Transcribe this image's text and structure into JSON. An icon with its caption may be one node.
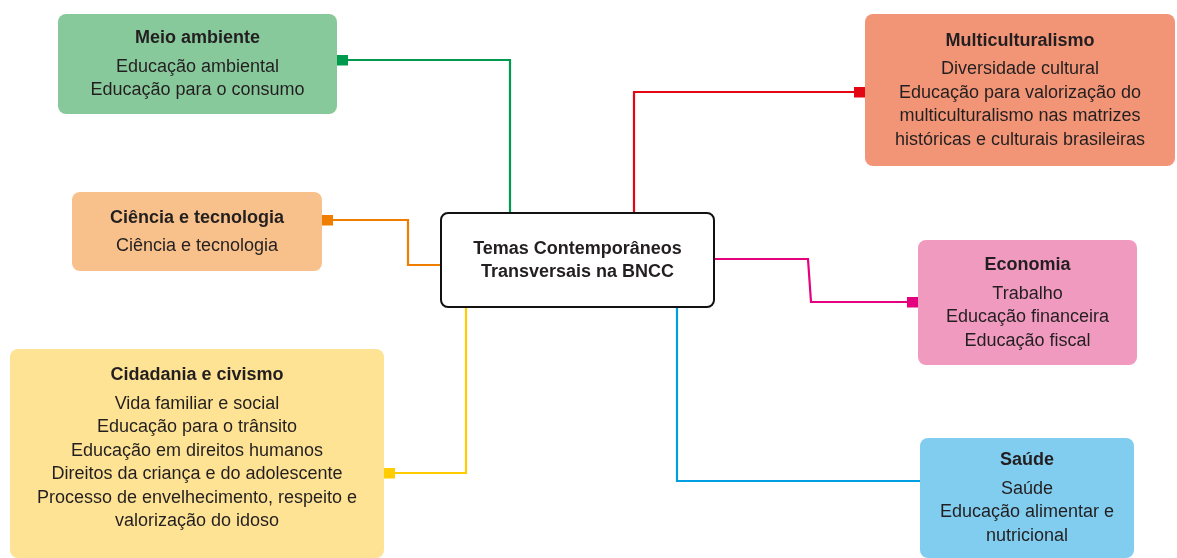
{
  "diagram": {
    "nodes": [
      {
        "text": [
          "Meio ambiente",
          "Educação ambiental",
          "Educação para o consumo"
        ]
      },
      {
        "text": [
          "Multiculturalismo",
          "Diversidade cultural",
          "Educação para valorização do multiculturalismo nas matrizes históricas e culturais brasileiras"
        ]
      },
      {
        "text": [
          "Ciência e tecnologia",
          "Ciência e tecnologia"
        ]
      },
      {
        "text": [
          "Temas Contemporâneos Transversais na BNCC"
        ]
      },
      {
        "text": [
          "Economia",
          "Trabalho",
          "Educação financeira",
          "Educação fiscal"
        ]
      },
      {
        "text": [
          "Cidadania e civismo",
          "Vida familiar e social",
          "Educação para o trânsito",
          "Educação em direitos humanos",
          "Direitos da criança e do adolescente",
          "Processo de envelhecimento, respeito e valorização do idoso"
        ]
      },
      {
        "text": [
          "Saúde",
          "Saúde",
          "Educação alimentar e nutricional"
        ]
      }
    ],
    "edges": [
      {
        "from": 3,
        "to": 0,
        "arrow": "other",
        "color": "#009a4e"
      },
      {
        "from": 3,
        "to": 1,
        "arrow": "other",
        "color": "#e30613"
      },
      {
        "from": 3,
        "to": 2,
        "arrow": "other",
        "color": "#ef7d00"
      },
      {
        "from": 3,
        "to": 4,
        "arrow": "other",
        "color": "#e5007e"
      },
      {
        "from": 3,
        "to": 5,
        "arrow": "other",
        "color": "#ffcc00"
      },
      {
        "from": 3,
        "to": 6,
        "arrow": "none",
        "color": "#009fe3"
      }
    ]
  }
}
